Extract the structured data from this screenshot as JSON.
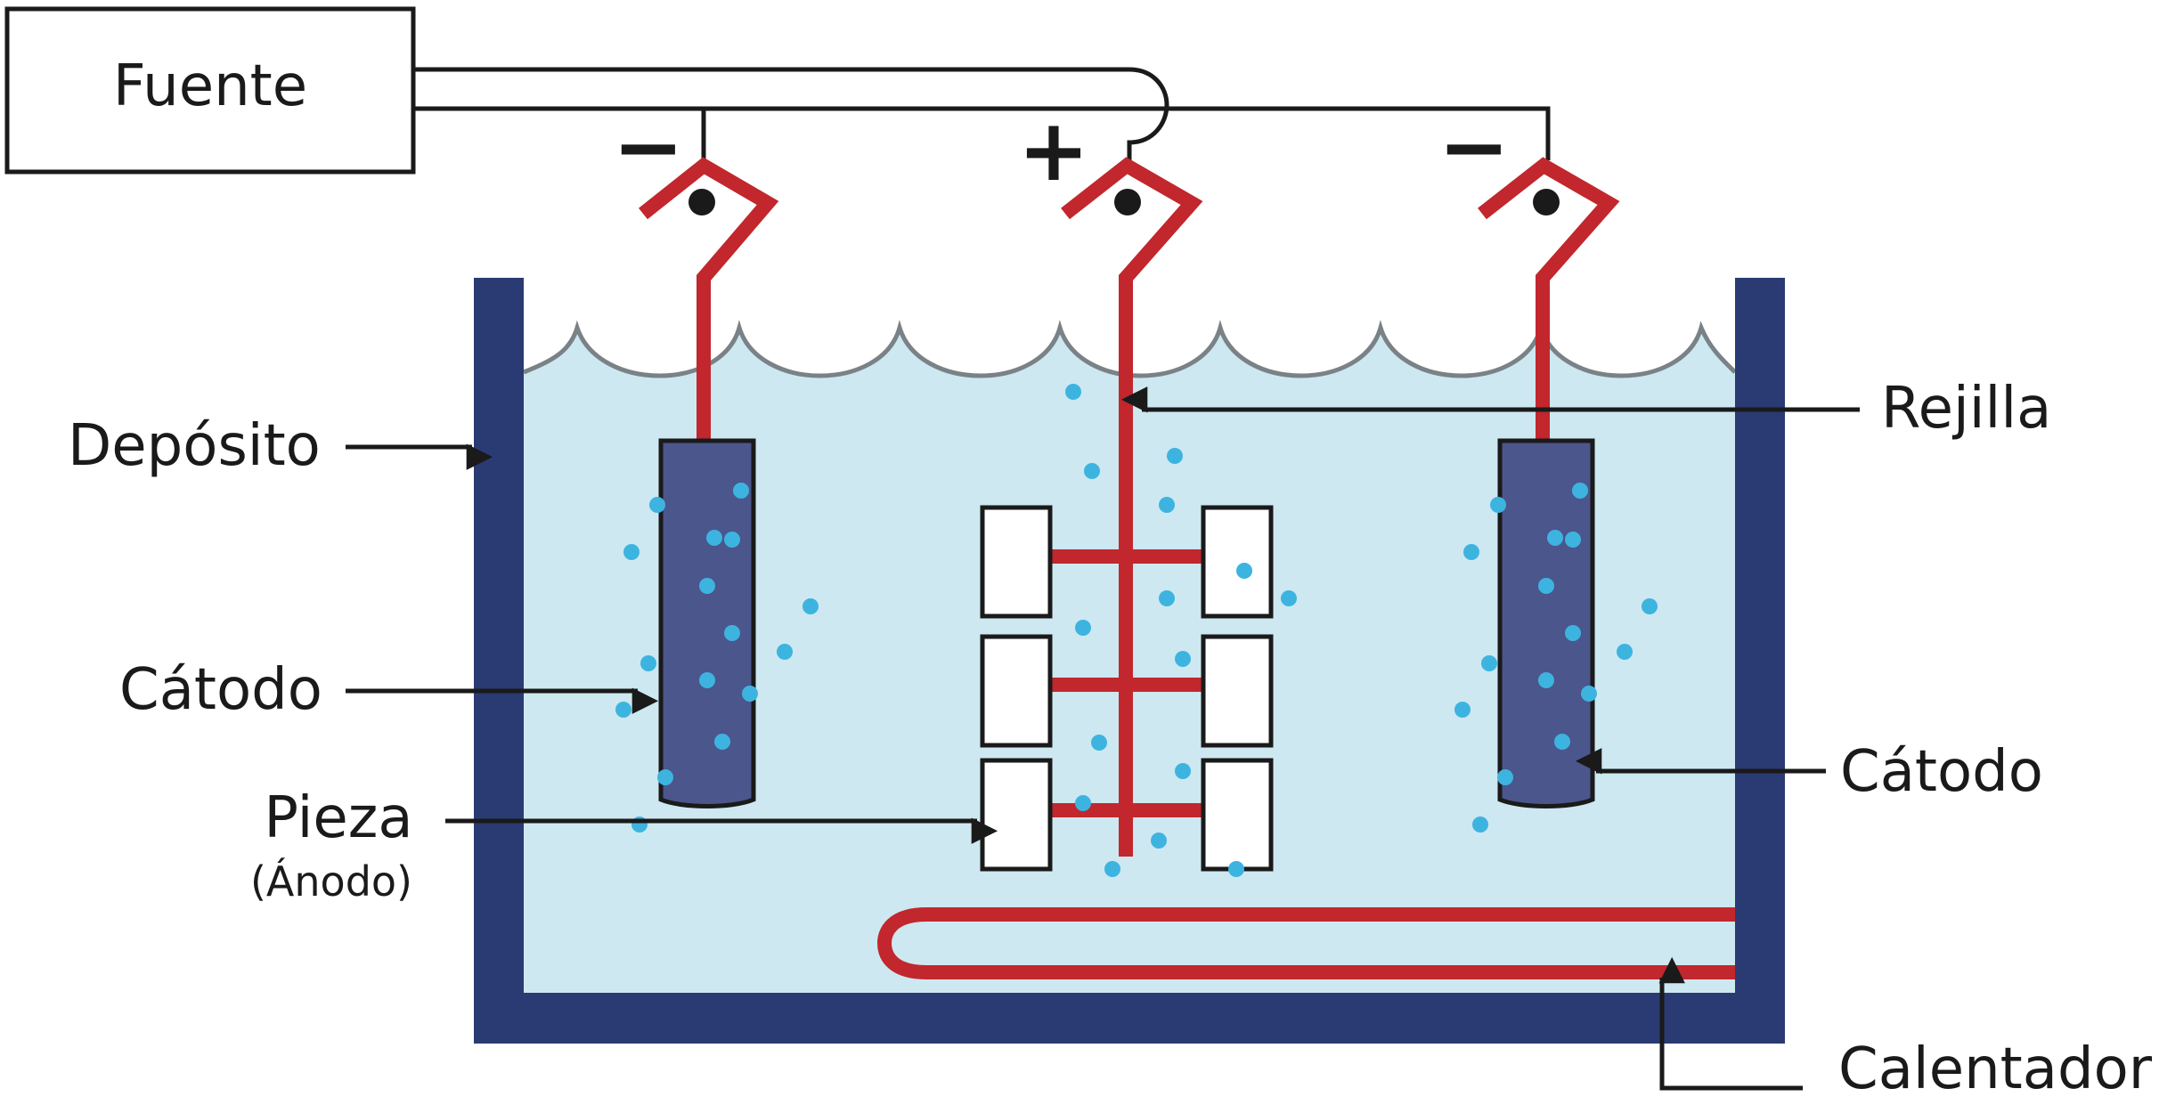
{
  "labels": {
    "source": "Fuente",
    "minus_left": "−",
    "plus": "+",
    "minus_right": "−",
    "tank": "Depósito",
    "grid": "Rejilla",
    "cathode_left": "Cátodo",
    "cathode_right": "Cátodo",
    "piece": "Pieza",
    "anode": "(Ánodo)",
    "heater": "Calentador"
  },
  "colors": {
    "tank": "#2a3a73",
    "liquid": "#cde8f1",
    "surface": "#7a8287",
    "red": "#c1272d",
    "cathode": "#4b568c",
    "bubble": "#3db4e0",
    "line": "#1a1a1a"
  }
}
